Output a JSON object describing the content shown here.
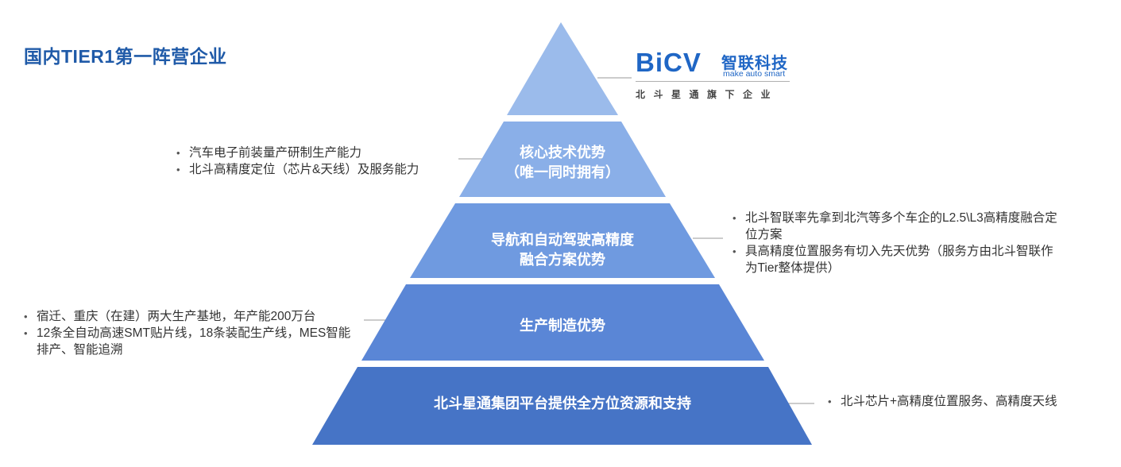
{
  "title": "国内TIER1第一阵营企业",
  "logo": {
    "brand": "BiCV",
    "brand_cn": "智联科技",
    "slogan": "make auto smart",
    "subtitle": "北斗星通旗下企业"
  },
  "tiers": [
    {
      "line1": "核心技术优势",
      "line2": "（唯一同时拥有）"
    },
    {
      "line1": "导航和自动驾驶高精度",
      "line2": "融合方案优势"
    },
    {
      "line1": "生产制造优势",
      "line2": ""
    },
    {
      "line1": "北斗星通集团平台提供全方位资源和支持",
      "line2": ""
    }
  ],
  "notes": {
    "core_tech": [
      "汽车电子前装量产研制生产能力",
      "北斗高精度定位（芯片&天线）及服务能力"
    ],
    "navigation": [
      "北斗智联率先拿到北汽等多个车企的L2.5\\L3高精度融合定位方案",
      "具高精度位置服务有切入先天优势（服务方由北斗智联作为Tier整体提供）"
    ],
    "manufacturing": [
      "宿迁、重庆（在建）两大生产基地，年产能200万台",
      "12条全自动高速SMT贴片线，18条装配生产线，MES智能排产、智能追溯"
    ],
    "platform": [
      "北斗芯片+高精度位置服务、高精度天线"
    ]
  },
  "colors": {
    "apex": "#9bbbeb",
    "tier1": "#8aafe8",
    "tier2": "#6f9ae0",
    "tier3": "#5a86d6",
    "tier4": "#4674c6",
    "title": "#1f5aa8"
  }
}
